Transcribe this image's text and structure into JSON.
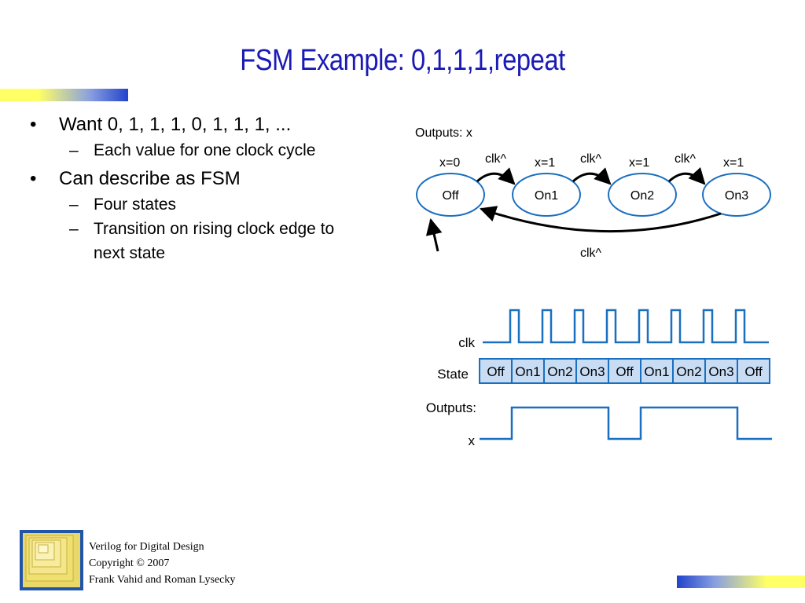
{
  "slide": {
    "title": "FSM Example: 0,1,1,1,repeat"
  },
  "bullets": [
    {
      "marker": "•",
      "text": "Want 0, 1, 1, 1, 0, 1, 1, 1, ..."
    },
    {
      "marker": "–",
      "text": "Each value for one clock cycle"
    },
    {
      "marker": "•",
      "text": "Can describe as FSM"
    },
    {
      "marker": "–",
      "text": "Four states"
    },
    {
      "marker": "–",
      "text": "Transition on rising clock edge to",
      "text2": "next state"
    }
  ],
  "fsm": {
    "outputs_label": "Outputs: x",
    "states": [
      {
        "name": "Off",
        "output": "x=0"
      },
      {
        "name": "On1",
        "output": "x=1"
      },
      {
        "name": "On2",
        "output": "x=1"
      },
      {
        "name": "On3",
        "output": "x=1"
      }
    ],
    "transition_label": "clk^"
  },
  "timing": {
    "clk_label": "clk",
    "state_label": "State",
    "state_sequence": [
      "Off",
      "On1",
      "On2",
      "On3",
      "Off",
      "On1",
      "On2",
      "On3",
      "Off"
    ],
    "outputs_label": "Outputs:",
    "x_label": "x",
    "x_values": [
      0,
      1,
      1,
      1,
      0,
      1,
      1,
      1,
      0
    ],
    "colors": {
      "wave": "#1a6fc0",
      "state_fill": "#c8dcf4",
      "state_border": "#1a6fc0",
      "state_circle": "#1a6fc0"
    }
  },
  "footer": {
    "line1": "Verilog for Digital Design",
    "line2": "Copyright © 2007",
    "line3": "Frank Vahid and Roman Lysecky"
  }
}
